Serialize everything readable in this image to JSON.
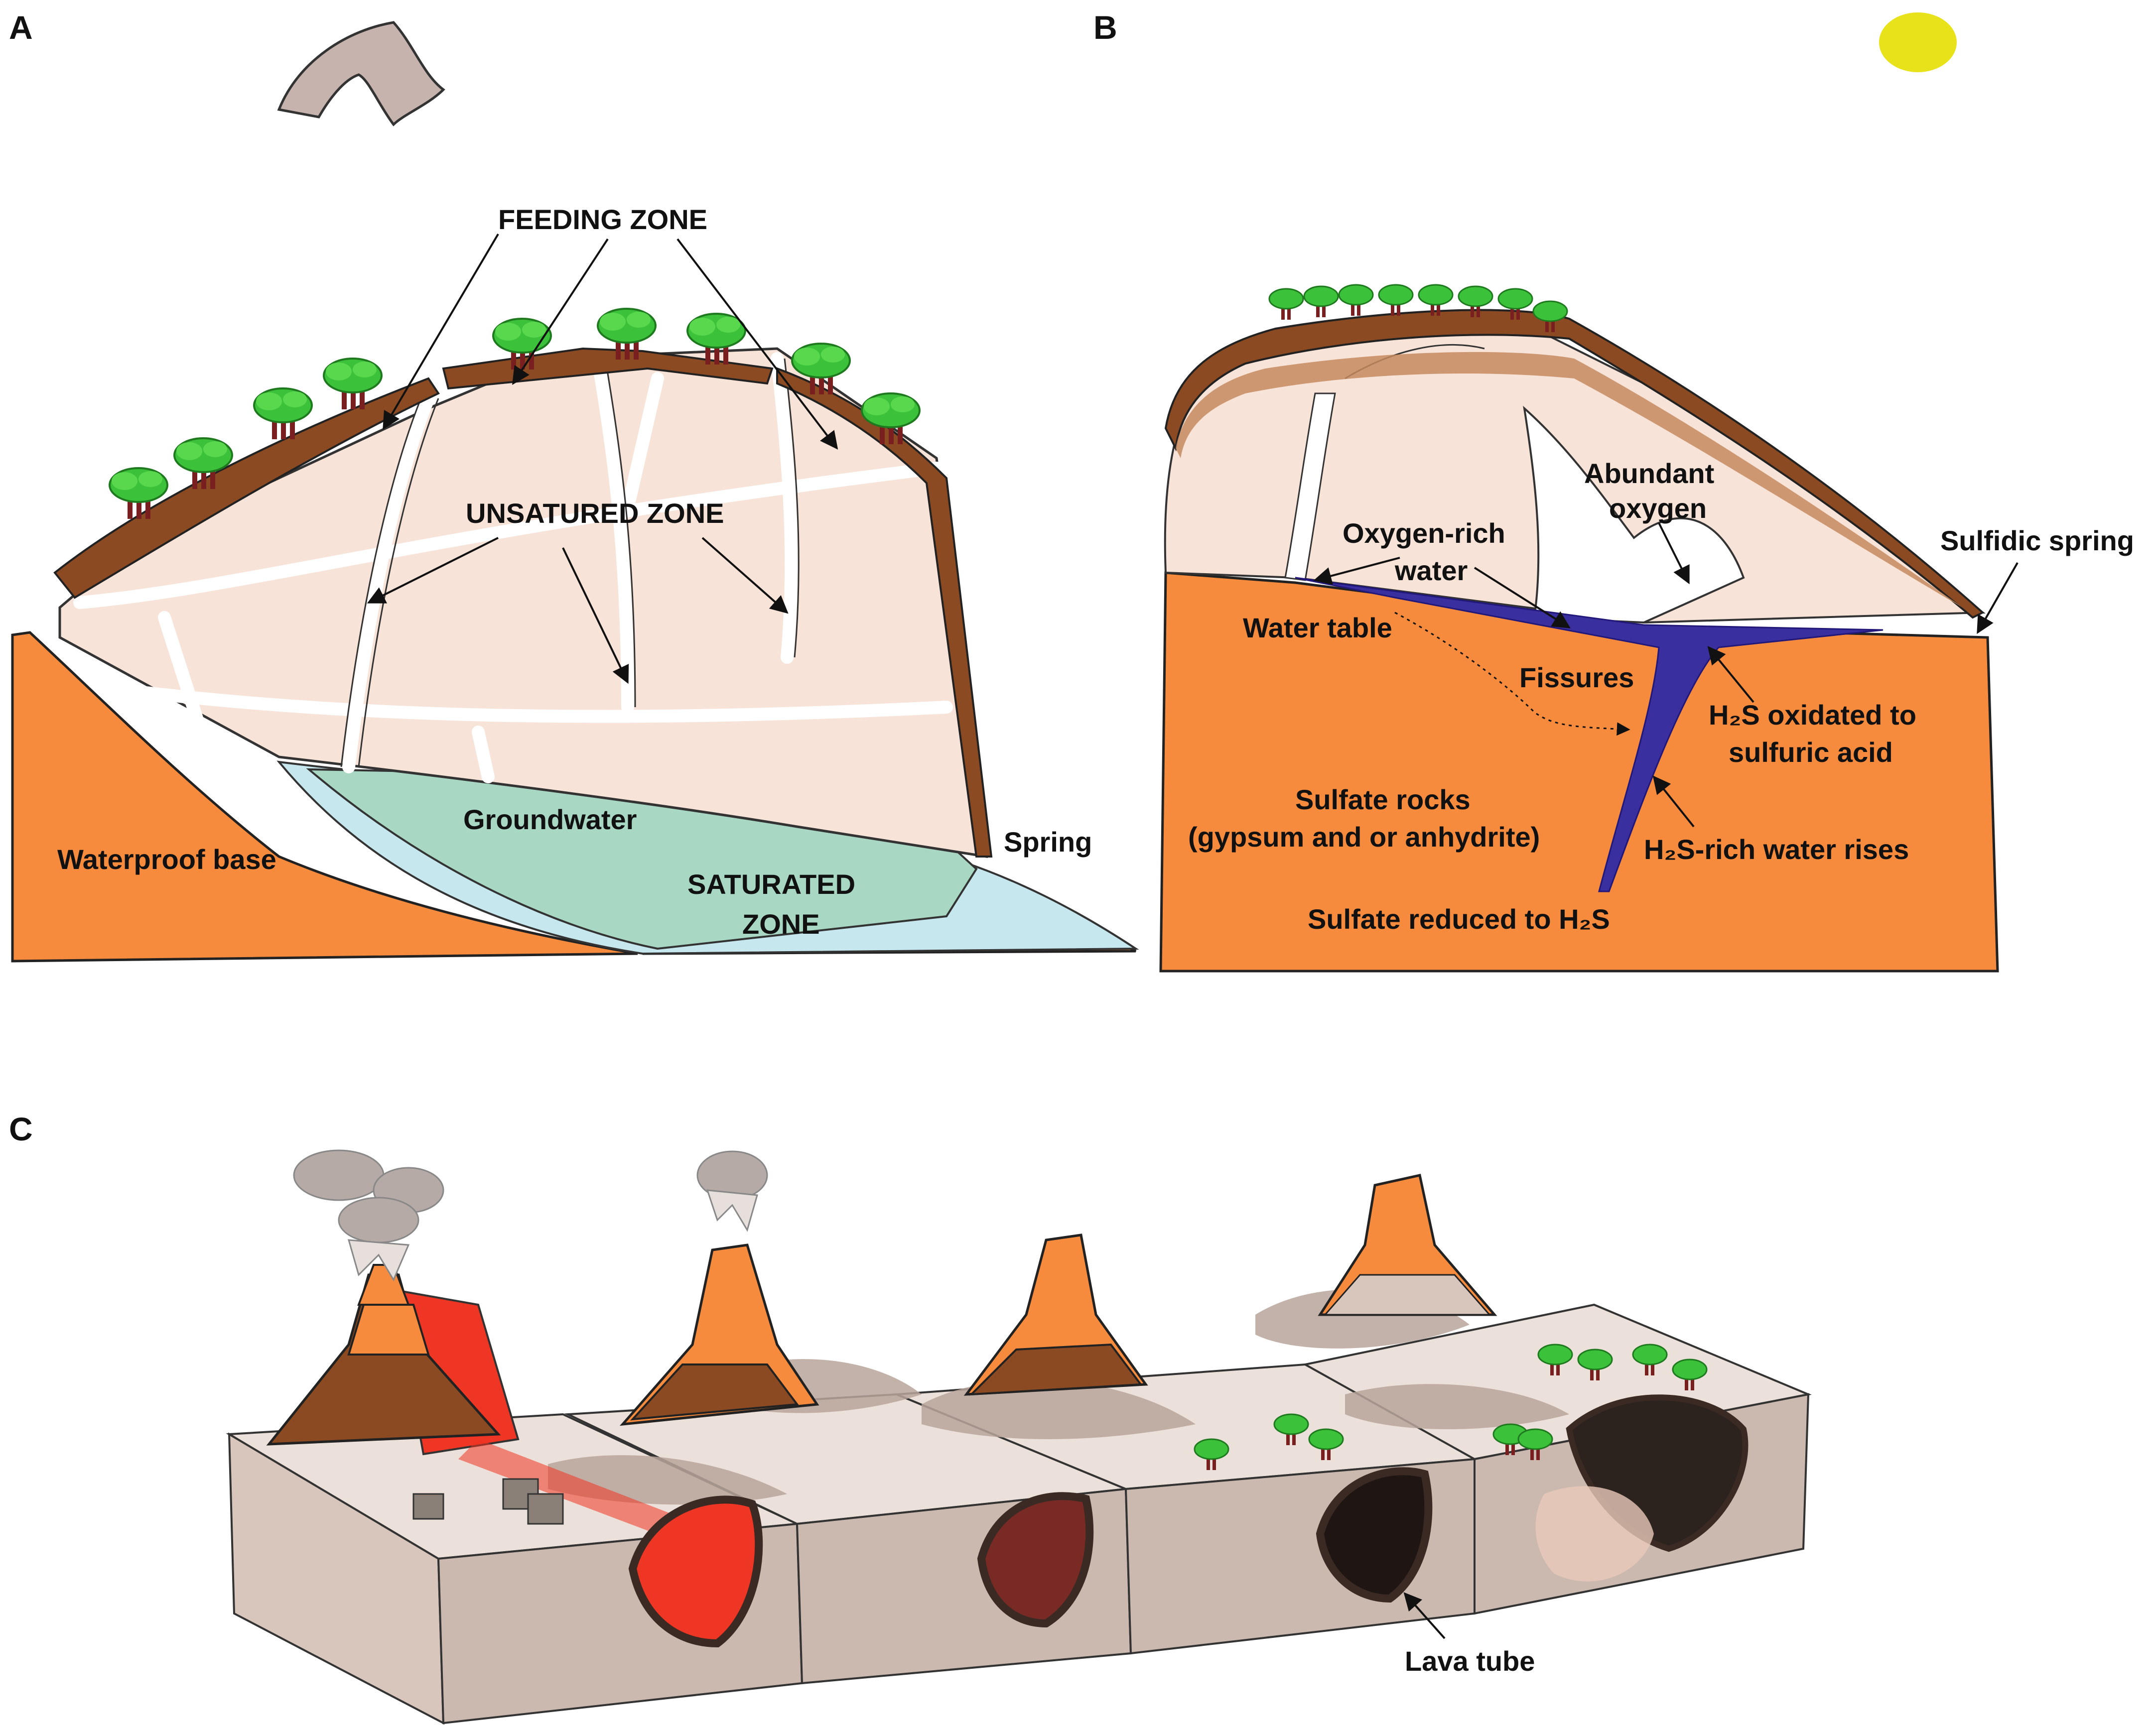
{
  "panels": {
    "a": {
      "letter": "A",
      "feeding_zone": "FEEDING ZONE",
      "unsatured_zone": "UNSATURED ZONE",
      "groundwater": "Groundwater",
      "saturated_zone_1": "SATURATED",
      "saturated_zone_2": "ZONE",
      "waterproof_base": "Waterproof base",
      "spring": "Spring"
    },
    "b": {
      "letter": "B",
      "abundant_oxygen_1": "Abundant",
      "abundant_oxygen_2": "oxygen",
      "oxygen_rich_1": "Oxygen-rich",
      "oxygen_rich_2": "water",
      "sulfidic_spring": "Sulfidic spring",
      "water_table": "Water table",
      "fissures": "Fissures",
      "h2s_oxidated_1": "H₂S oxidated to",
      "h2s_oxidated_2": "sulfuric acid",
      "sulfate_rocks_1": "Sulfate rocks",
      "sulfate_rocks_2": "(gypsum and or anhydrite)",
      "h2s_rich_rises": "H₂S-rich water rises",
      "sulfate_reduced": "Sulfate reduced to H₂S"
    },
    "c": {
      "letter": "C",
      "lava_tube": "Lava tube"
    }
  },
  "colors": {
    "rock_orange": "#f68b3d",
    "soil_brown": "#8b4a22",
    "pale_rock": "#f8e3d8",
    "groundwater": "#a8d8c4",
    "water_light": "#c6e7ee",
    "sulfidic_water": "#3a2f9e",
    "tree_green": "#3cc23a",
    "trunk": "#7a1f1f",
    "sun": "#e8e21a",
    "block_tan": "#d8c6bc",
    "lava_red": "#ef3523",
    "cave_dark": "#3b2a24"
  },
  "icons": {
    "cloud_logo": "cloud-shape-icon",
    "sun": "sun-icon",
    "tree": "tree-icon"
  }
}
